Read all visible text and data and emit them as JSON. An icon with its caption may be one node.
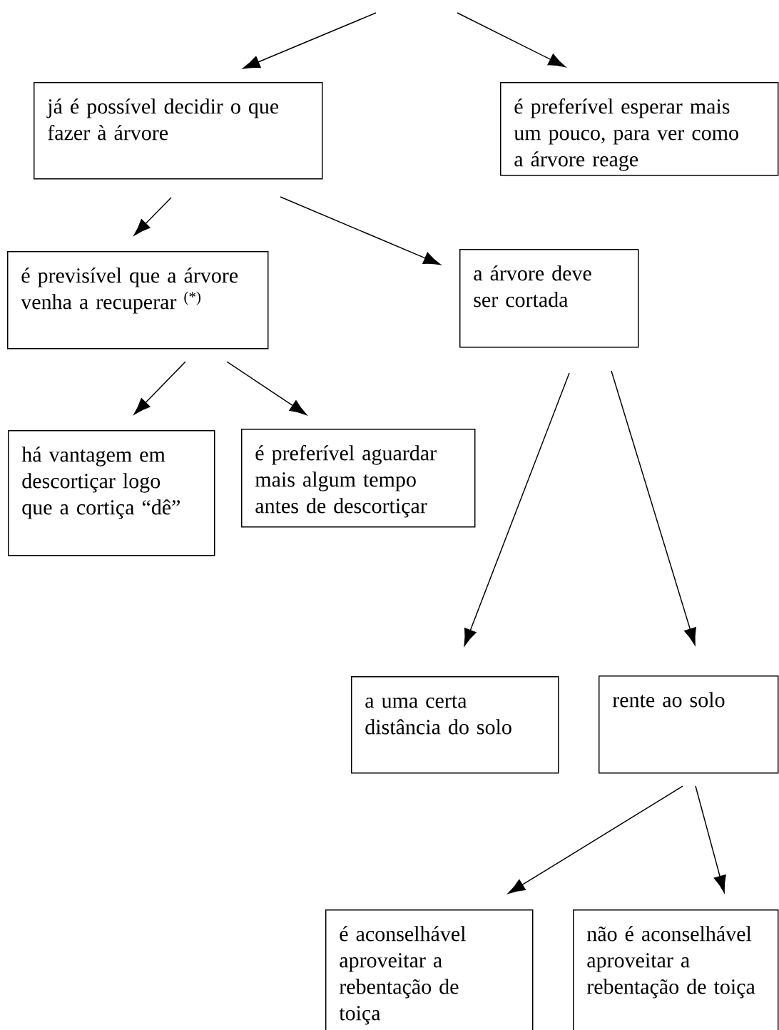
{
  "diagram": {
    "nodes": [
      {
        "text": [
          "já é possível decidir o que fazer à árvore"
        ]
      },
      {
        "text": [
          "é preferível esperar mais um pouco, para ver como a árvore reage"
        ]
      },
      {
        "text": [
          "é previsível que a árvore venha a recuperar $^{(*)}$"
        ]
      },
      {
        "text": [
          "a árvore deve ser cortada"
        ]
      },
      {
        "text": [
          "há vantagem em descortiçar logo que a cortiça “dê”"
        ]
      },
      {
        "text": [
          "é preferível aguardar mais algum tempo antes de descortiçar"
        ]
      },
      {
        "text": [
          "a uma certa distância do solo"
        ]
      },
      {
        "text": [
          "rente ao solo"
        ]
      },
      {
        "text": [
          "é aconselhável aproveitar a rebentação de toiça"
        ]
      },
      {
        "text": [
          "não é aconselhável aproveitar a rebentação de toiça"
        ]
      }
    ],
    "edges": [
      {
        "from": null,
        "to": 0,
        "arrow": "to"
      },
      {
        "from": null,
        "to": 1,
        "arrow": "to"
      },
      {
        "from": 0,
        "to": 2,
        "arrow": "to"
      },
      {
        "from": 0,
        "to": 3,
        "arrow": "to"
      },
      {
        "from": 2,
        "to": 4,
        "arrow": "to"
      },
      {
        "from": 2,
        "to": 5,
        "arrow": "to"
      },
      {
        "from": 3,
        "to": 6,
        "arrow": "to"
      },
      {
        "from": 3,
        "to": 7,
        "arrow": "to"
      },
      {
        "from": 7,
        "to": 8,
        "arrow": "to"
      },
      {
        "from": 7,
        "to": 9,
        "arrow": "to"
      }
    ]
  }
}
